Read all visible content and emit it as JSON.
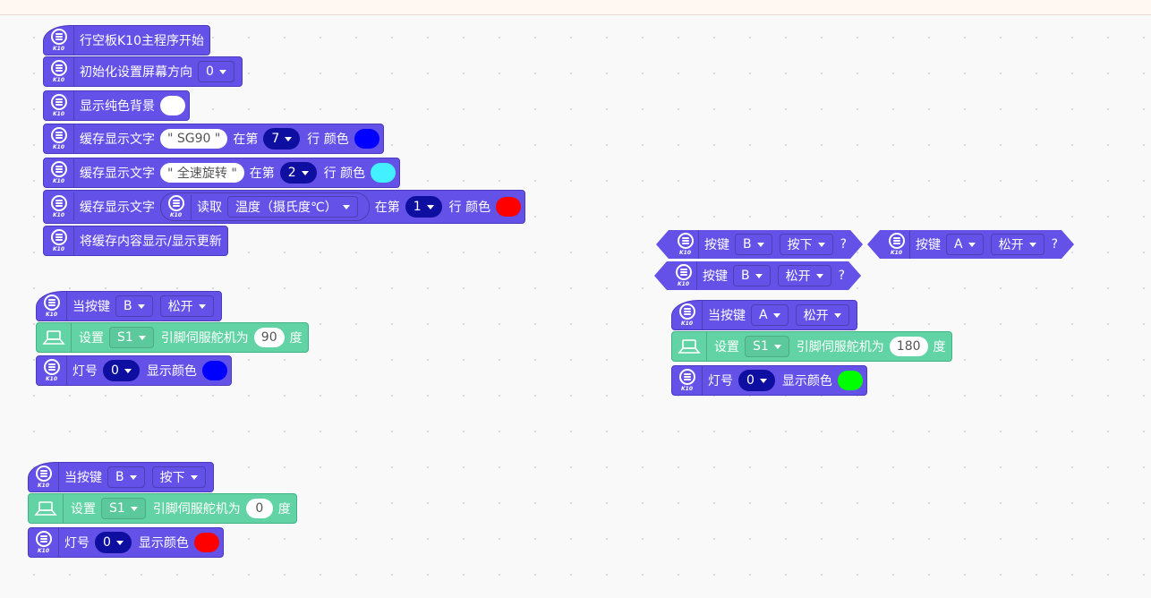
{
  "colors": {
    "k10": "#6451e8",
    "servo": "#61d3a4",
    "dark": "#0e0ea0",
    "blue": "#0000ff",
    "cyan": "#43f0ff",
    "red": "#ff0000",
    "green": "#00ff00",
    "white": "#ffffff"
  },
  "icon_tag": "K10",
  "main": {
    "title": "行空板K10主程序开始",
    "init_label": "初始化设置屏幕方向",
    "init_value": "0",
    "bg_label": "显示纯色背景",
    "cache_label": "缓存显示文字",
    "row1_text": "\" SG90 \"",
    "row2_text": "\" 全速旋转 \"",
    "at_label": "在第",
    "line_label": "行 颜色",
    "row1_line": "7",
    "row2_line": "2",
    "row3_line": "1",
    "read_label": "读取",
    "read_value": "温度（摄氏度℃）",
    "refresh_label": "将缓存内容显示/显示更新"
  },
  "when_label": "当按键",
  "btn_label": "按键",
  "set_label": "设置",
  "pin_label": "引脚伺服舵机为",
  "deg_label": "度",
  "lamp_label": "灯号",
  "show_color_label": "显示颜色",
  "q": "?",
  "script_b_release": {
    "key": "B",
    "event": "松开",
    "pin": "S1",
    "angle": "90",
    "lamp": "0"
  },
  "script_b_press": {
    "key": "B",
    "event": "按下",
    "pin": "S1",
    "angle": "0",
    "lamp": "0"
  },
  "script_a_release": {
    "key": "A",
    "event": "松开",
    "pin": "S1",
    "angle": "180",
    "lamp": "0"
  },
  "cond1": {
    "key": "B",
    "event": "按下"
  },
  "cond2": {
    "key": "A",
    "event": "松开"
  },
  "cond3": {
    "key": "B",
    "event": "松开"
  }
}
